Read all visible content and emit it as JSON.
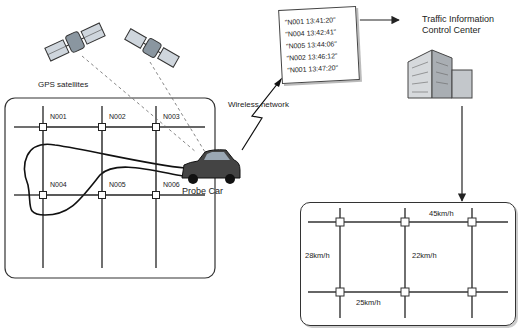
{
  "diagram": {
    "nodes": [
      {
        "text": [
          "N001"
        ]
      },
      {
        "text": [
          "N002"
        ]
      },
      {
        "text": [
          "N003"
        ]
      },
      {
        "text": [
          "N004"
        ]
      },
      {
        "text": [
          "N005"
        ]
      },
      {
        "text": [
          "N006"
        ]
      },
      {
        "text": [
          "Probe Car"
        ]
      },
      {
        "text": [
          "\"N001 13:41:20\"",
          "\"N004 13:42:41\"",
          "\"N005 13:44:06\"",
          "\"N002 13:46:12\"",
          "\"N001 13:47:20\""
        ]
      },
      {
        "text": [
          "Traffic Information Control Center"
        ]
      },
      {
        "text": [
          "45km/h",
          "28km/h",
          "22km/h",
          "25km/h"
        ]
      }
    ],
    "edges": [
      {
        "from": 0,
        "to": 1,
        "arrow": "none"
      },
      {
        "from": 1,
        "to": 2,
        "arrow": "none"
      },
      {
        "from": 3,
        "to": 4,
        "arrow": "none"
      },
      {
        "from": 4,
        "to": 5,
        "arrow": "none"
      },
      {
        "from": 0,
        "to": 3,
        "arrow": "none"
      },
      {
        "from": 1,
        "to": 4,
        "arrow": "none"
      },
      {
        "from": 2,
        "to": 5,
        "arrow": "none"
      },
      {
        "from": 7,
        "to": 8,
        "arrow": "to"
      },
      {
        "from": 8,
        "to": 9,
        "arrow": "to"
      }
    ],
    "labels": [
      "GPS satellites",
      "Wireless network"
    ]
  }
}
